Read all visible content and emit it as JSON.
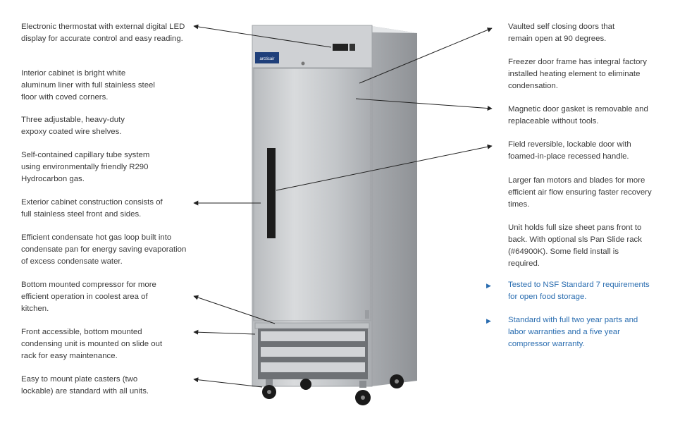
{
  "brand": {
    "logo_text": "arcticair"
  },
  "left_features": [
    {
      "text": "Electronic thermostat with external digital LED display for accurate control and easy reading."
    },
    {
      "text": "Interior cabinet is bright white aluminum liner with full stainless steel floor with coved corners."
    },
    {
      "text": "Three adjustable, heavy-duty expoxy coated wire shelves."
    },
    {
      "text": "Self-contained capillary tube system using environmentally friendly R290 Hydrocarbon gas."
    },
    {
      "text": "Exterior cabinet construction consists of full stainless steel front and sides."
    },
    {
      "text": "Efficient condensate hot gas loop built into condensate pan for energy saving evaporation of excess condensate water."
    },
    {
      "text": "Bottom mounted compressor for more efficient operation in coolest area of kitchen."
    },
    {
      "text": "Front accessible, bottom mounted condensing unit is mounted on slide out rack for easy maintenance."
    },
    {
      "text": "Easy to mount plate casters (two lockable) are standard with all units."
    }
  ],
  "right_features": [
    {
      "text": "Vaulted self closing doors that remain open at 90 degrees."
    },
    {
      "text": "Freezer door frame has integral factory installed heating element to eliminate condensation."
    },
    {
      "text": "Magnetic door gasket is removable and replaceable without tools."
    },
    {
      "text": "Field reversible, lockable door with foamed-in-place recessed handle."
    },
    {
      "text": "Larger fan motors and blades for more efficient air flow ensuring faster recovery times."
    },
    {
      "text": "Unit holds full size sheet pans front to back. With optional sls Pan Slide rack (#64900K). Some field install is required."
    }
  ],
  "highlights": [
    {
      "text": "Tested to NSF Standard 7 requirements for open food storage."
    },
    {
      "text": "Standard with full two year parts and labor warranties and a five year compressor warranty."
    }
  ],
  "colors": {
    "highlight": "#2a6db0",
    "body_text": "#3a3a3a",
    "steel": "#c9cccf"
  }
}
